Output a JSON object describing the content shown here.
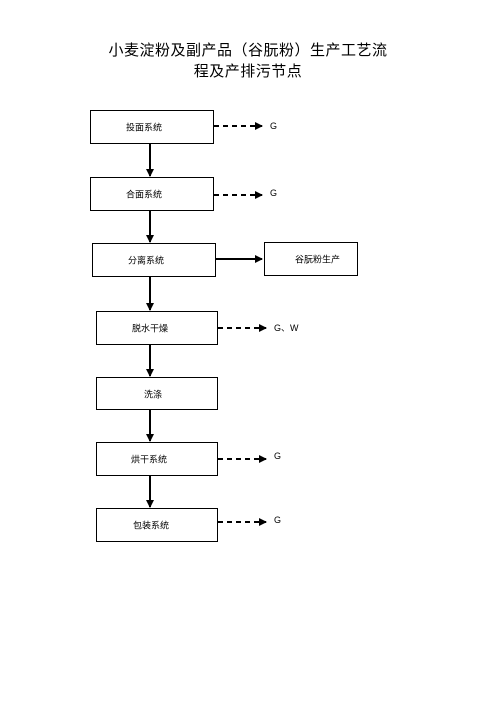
{
  "title": {
    "line1": "小麦淀粉及副产品（谷朊粉）生产工艺流",
    "line2": "程及产排污节点"
  },
  "steps": [
    {
      "label": "投面系统",
      "emission": "G"
    },
    {
      "label": "合面系统",
      "emission": "G"
    },
    {
      "label": "分离系统",
      "side_product": "谷朊粉生产"
    },
    {
      "label": "脱水干燥",
      "emission": "G、W"
    },
    {
      "label": "洗涤"
    },
    {
      "label": "烘干系统",
      "emission": "G"
    },
    {
      "label": "包装系统",
      "emission": "G"
    }
  ]
}
